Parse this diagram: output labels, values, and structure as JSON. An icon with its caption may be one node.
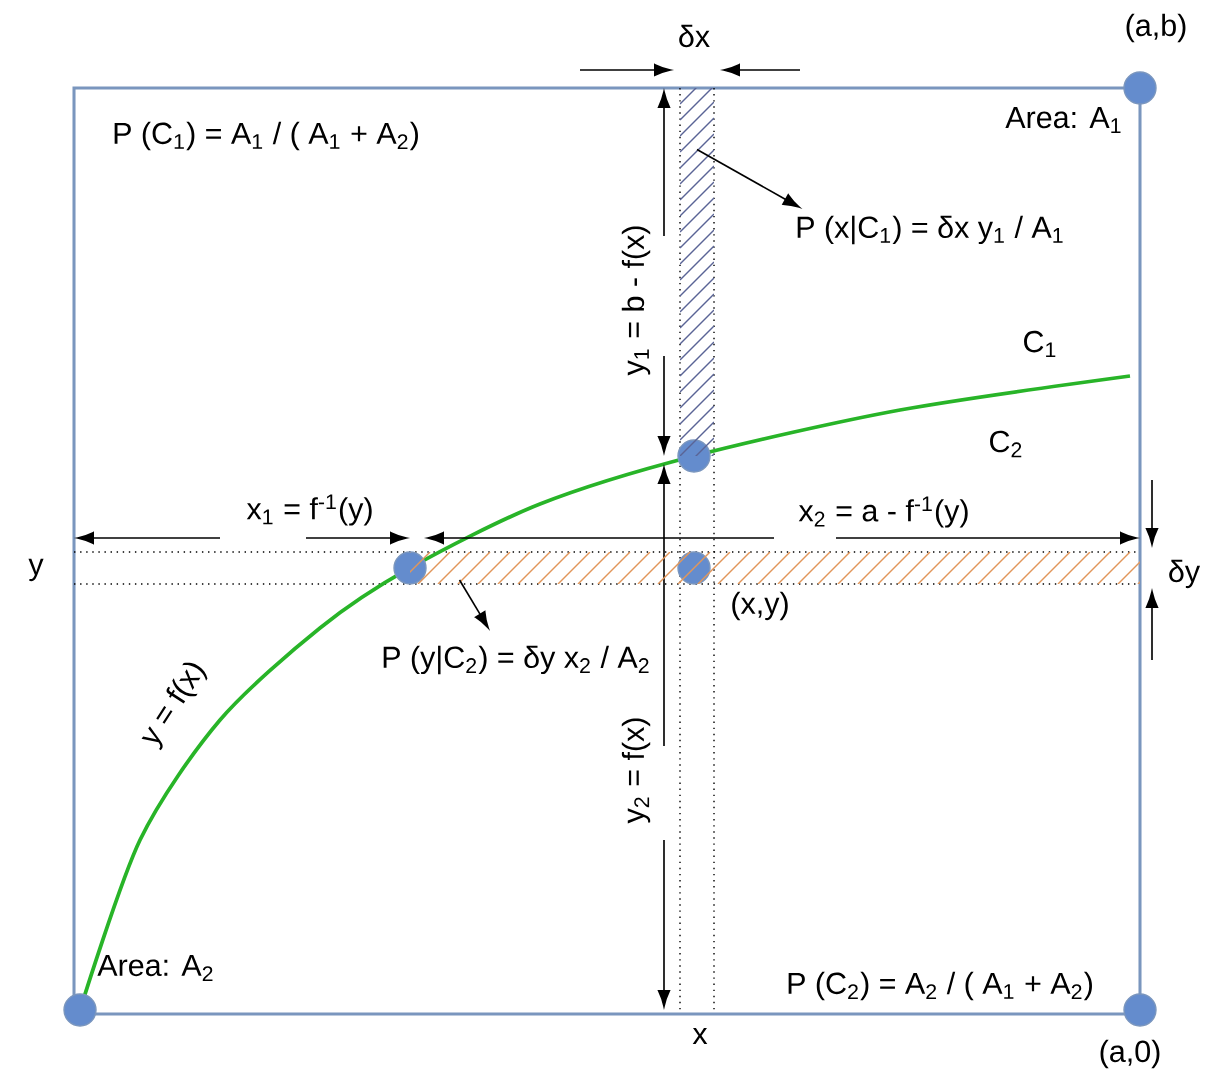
{
  "diagram": {
    "nodes": [
      {
        "text": [
          "P (x|C$_{1}$) = δx  y$_{1}$ / A$_{1}$"
        ]
      },
      {
        "text": [],
        "shape": "bar"
      },
      {
        "text": [
          "P (y|C$_{2}$) = δy  x$_{2}$ / A$_{2}$"
        ]
      },
      {
        "text": [],
        "shape": "bar"
      }
    ],
    "edges": [
      {
        "from": 1,
        "to": 0,
        "arrow": "to"
      },
      {
        "from": 3,
        "to": 2,
        "arrow": "to"
      }
    ],
    "labels": [
      "δx",
      "(a,b)",
      "P (C$_{1}$) = A$_{1}$ / ( A$_{1}$ + A$_{2}$)",
      "Area: A$_{1}$",
      "y$_{1}$ = b - f(x)",
      "C$_{1}$",
      "C$_{2}$",
      "x$_{1}$ = f$^{-1}$(y)",
      "x$_{2}$ = a - f$^{-1}$(y)",
      "y",
      "δy",
      "(x,y)",
      "y = f(x)",
      "y$_{2}$ = f(x)",
      "Area: A$_{2}$",
      "P (C$_{2}$) = A$_{2}$ / ( A$_{1}$ + A$_{2}$)",
      "x",
      "(a,0)"
    ]
  }
}
